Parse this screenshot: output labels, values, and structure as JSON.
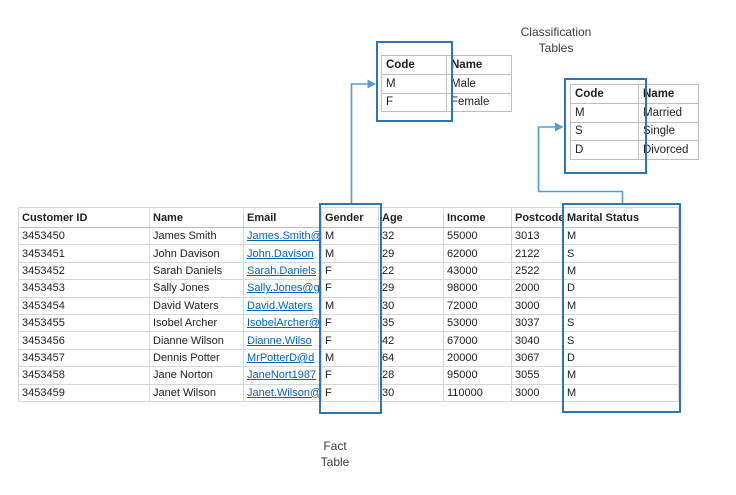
{
  "labels": {
    "classification_line1": "Classification",
    "classification_line2": "Tables",
    "fact_line1": "Fact",
    "fact_line2": "Table"
  },
  "gender_table": {
    "headers": [
      "Code",
      "Name"
    ],
    "rows": [
      [
        "M",
        "Male"
      ],
      [
        "F",
        "Female"
      ]
    ]
  },
  "marital_table": {
    "headers": [
      "Code",
      "Name"
    ],
    "rows": [
      [
        "M",
        "Married"
      ],
      [
        "S",
        "Single"
      ],
      [
        "D",
        "Divorced"
      ]
    ]
  },
  "fact_table": {
    "headers": [
      "Customer ID",
      "Name",
      "Email",
      "Gender",
      "Age",
      "Income",
      "Postcode",
      "Marital Status"
    ],
    "email_col_index": 2,
    "rows": [
      [
        "3453450",
        "James Smith",
        "James.Smith@",
        "M",
        "32",
        "55000",
        "3013",
        "M"
      ],
      [
        "3453451",
        "John Davison",
        "John.Davison",
        "M",
        "29",
        "62000",
        "2122",
        "S"
      ],
      [
        "3453452",
        "Sarah Daniels",
        "Sarah.Daniels",
        "F",
        "22",
        "43000",
        "2522",
        "M"
      ],
      [
        "3453453",
        "Sally Jones",
        "Sally.Jones@g",
        "F",
        "29",
        "98000",
        "2000",
        "D"
      ],
      [
        "3453454",
        "David Waters",
        "David.Waters",
        "M",
        "30",
        "72000",
        "3000",
        "M"
      ],
      [
        "3453455",
        "Isobel Archer",
        "IsobelArcher@",
        "F",
        "35",
        "53000",
        "3037",
        "S"
      ],
      [
        "3453456",
        "Dianne Wilson",
        "Dianne.Wilso",
        "F",
        "42",
        "67000",
        "3040",
        "S"
      ],
      [
        "3453457",
        "Dennis Potter",
        "MrPotterD@d",
        "M",
        "64",
        "20000",
        "3067",
        "D"
      ],
      [
        "3453458",
        "Jane Norton",
        "JaneNort1987",
        "F",
        "28",
        "95000",
        "3055",
        "M"
      ],
      [
        "3453459",
        "Janet Wilson",
        "Janet.Wilson@",
        "F",
        "30",
        "110000",
        "3000",
        "M"
      ]
    ]
  },
  "colors": {
    "callout_border": "#2e75b6",
    "connector": "#5b9bd5",
    "hyperlink": "#0563c1",
    "grid_outer": "#9a9a9a",
    "grid_inner": "#d6d6d6",
    "text": "#1f1f1f"
  }
}
